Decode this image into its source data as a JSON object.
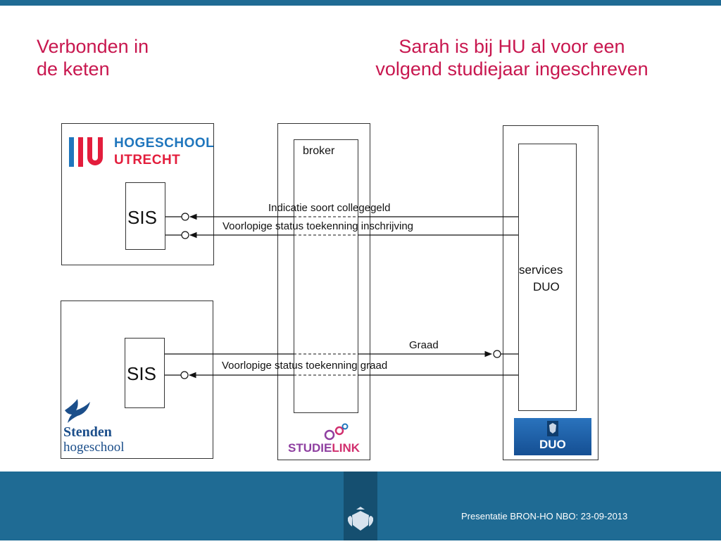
{
  "title": {
    "left_line1": "Verbonden in",
    "left_line2": "de keten",
    "right_line1": "Sarah is bij HU al voor een",
    "right_line2": "volgend studiejaar ingeschreven"
  },
  "hu": {
    "logo_line1": "HOGESCHOOL",
    "logo_line2": "UTRECHT",
    "sis_label": "SIS"
  },
  "stenden": {
    "logo_line1": "Stenden",
    "logo_line2": "hogeschool",
    "sis_label": "SIS"
  },
  "broker": {
    "label": "broker",
    "logo_part1": "STUDIE",
    "logo_part2": "LINK"
  },
  "duo": {
    "label_line1": "services",
    "label_line2": "DUO",
    "logo_text": "DUO"
  },
  "arrows": {
    "a1": "Indicatie soort collegegeld",
    "a2": "Voorlopige status toekenning inschrijving",
    "a3": "Graad",
    "a4": "Voorlopige status toekenning graad"
  },
  "colors": {
    "accent": "#c8174f",
    "footer": "#1f6b94",
    "hu_blue": "#1f76bd",
    "hu_red": "#e31d3c",
    "duo_blue": "#1a5ea8"
  },
  "footer": {
    "text": "Presentatie BRON-HO NBO: 23-09-2013"
  }
}
